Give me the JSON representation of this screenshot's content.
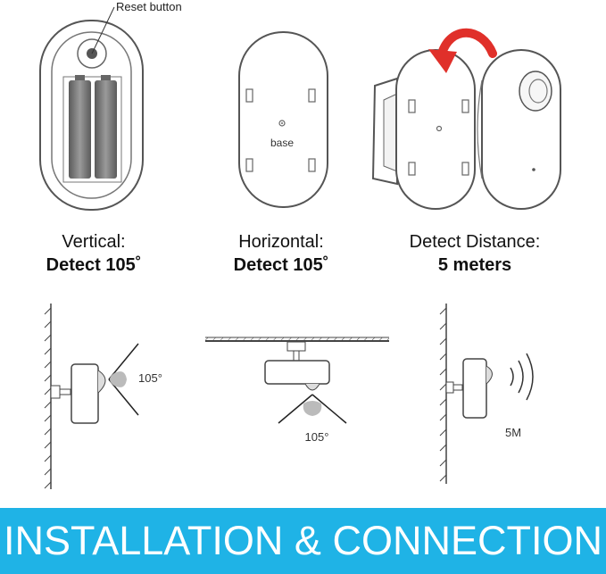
{
  "labels": {
    "reset_button": "Reset button",
    "base": "base",
    "angle_vertical": "105°",
    "angle_horizontal": "105°",
    "distance": "5M"
  },
  "captions": {
    "vertical": {
      "line1": "Vertical:",
      "line2": "Detect 105˚"
    },
    "horizontal": {
      "line1": "Horizontal:",
      "line2": "Detect 105˚"
    },
    "distance": {
      "line1": "Detect Distance:",
      "line2": "5 meters"
    }
  },
  "banner": {
    "text": "INSTALLATION & CONNECTION"
  },
  "colors": {
    "banner_bg": "#1fb3e6",
    "banner_text": "#ffffff",
    "arrow": "#e0302a",
    "outline": "#555555",
    "battery": "#777777"
  }
}
